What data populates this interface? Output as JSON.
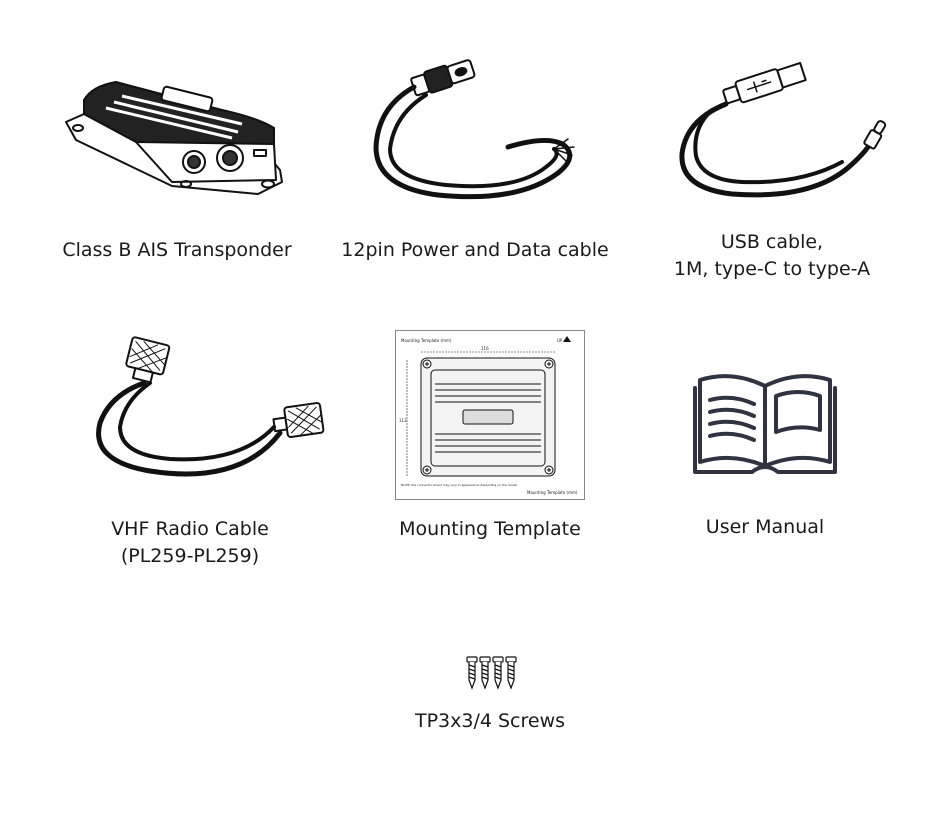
{
  "items": [
    {
      "id": "transponder",
      "icon": "ais-transponder-icon",
      "caption": [
        "Class B AIS Transponder"
      ]
    },
    {
      "id": "power-cable",
      "icon": "power-data-cable-icon",
      "caption": [
        "12pin Power and Data cable"
      ]
    },
    {
      "id": "usb-cable",
      "icon": "usb-cable-icon",
      "caption": [
        "USB cable,",
        "1M, type-C to type-A"
      ]
    },
    {
      "id": "vhf-cable",
      "icon": "vhf-radio-cable-icon",
      "caption": [
        "VHF Radio Cable",
        "(PL259-PL259)"
      ]
    },
    {
      "id": "template",
      "icon": "mounting-template-icon",
      "caption": [
        "Mounting Template"
      ]
    },
    {
      "id": "manual",
      "icon": "user-manual-icon",
      "caption": [
        "User Manual"
      ]
    },
    {
      "id": "screws",
      "icon": "screws-icon",
      "caption": [
        "TP3x3/4 Screws"
      ]
    }
  ],
  "template_sheet": {
    "heading": "Mounting Template (mm)",
    "up_label": "UP",
    "width_dim": "116",
    "height_dim": "112",
    "note": "NOTE: the connector board may vary in appearance depending on the model",
    "footer": "Mounting Template (mm)"
  },
  "colors": {
    "line": "#111111",
    "manual": "#2f3342"
  }
}
